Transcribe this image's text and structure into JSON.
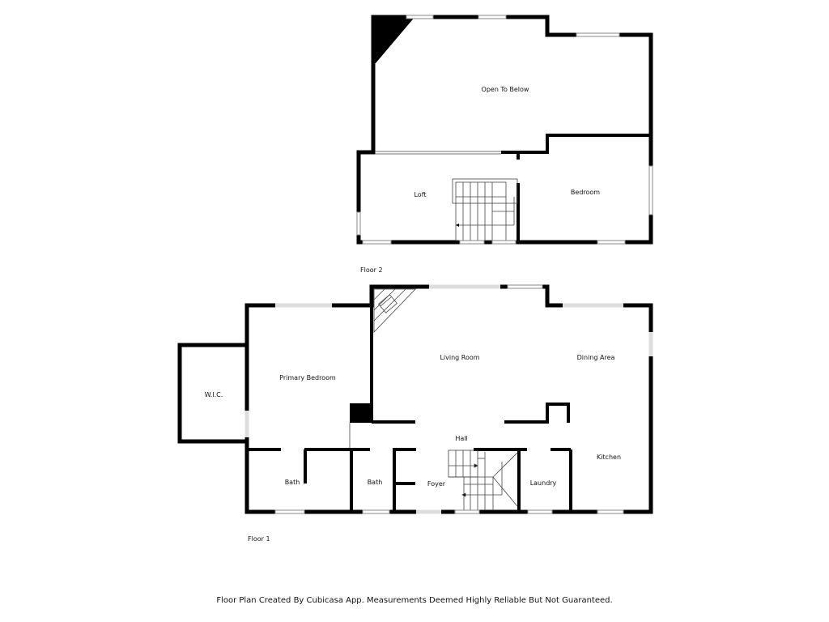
{
  "floor2": {
    "label": "Floor 2",
    "rooms": {
      "open_to_below": "Open To Below",
      "loft": "Loft",
      "bedroom": "Bedroom"
    }
  },
  "floor1": {
    "label": "Floor 1",
    "rooms": {
      "wic": "W.I.C.",
      "primary_bedroom": "Primary Bedroom",
      "living_room": "Living Room",
      "dining_area": "Dining Area",
      "hall": "Hall",
      "kitchen": "Kitchen",
      "bath1": "Bath",
      "bath2": "Bath",
      "foyer": "Foyer",
      "laundry": "Laundry"
    }
  },
  "footer": "Floor Plan Created By Cubicasa App. Measurements Deemed Highly Reliable But Not Guaranteed."
}
